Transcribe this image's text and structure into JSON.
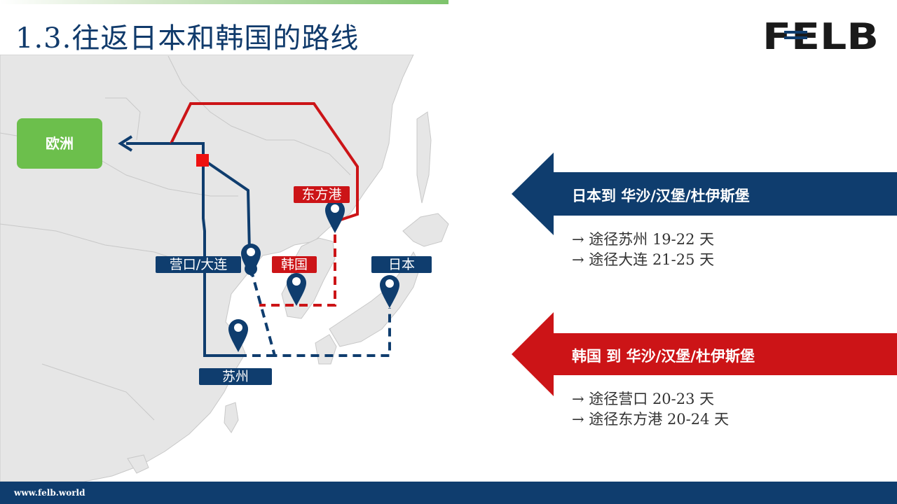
{
  "slide": {
    "title": "1.3.往返日本和韩国的路线",
    "logo_text": "FELB",
    "footer_url": "www.felb.world"
  },
  "map": {
    "labels": {
      "europe": "欧洲",
      "dongfanggang": "东方港",
      "yingkou_dalian": "营口/大连",
      "korea": "韩国",
      "japan": "日本",
      "suzhou": "苏州"
    }
  },
  "routes": [
    {
      "heading": "日本到 华沙/汉堡/杜伊斯堡",
      "color": "#0f3d6e",
      "lines": [
        "→ 途径苏州 19-22 天",
        "→ 途径大连 21-25 天"
      ]
    },
    {
      "heading": "韩国 到 华沙/汉堡/杜伊斯堡",
      "color": "#cc1417",
      "lines": [
        "→ 途径营口 20-23 天",
        "→ 途径东方港 20-24 天"
      ]
    }
  ],
  "colors": {
    "brand_blue": "#0f3d6e",
    "brand_red": "#cc1417",
    "europe_green": "#6cbf4c",
    "land_gray": "#e6e6e6"
  }
}
